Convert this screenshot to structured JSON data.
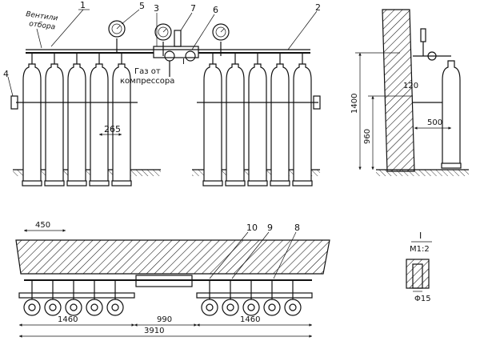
{
  "callouts": {
    "front": [
      {
        "text": "1"
      },
      {
        "text": "5"
      },
      {
        "text": "3"
      },
      {
        "text": "7"
      },
      {
        "text": "6"
      },
      {
        "text": "2"
      },
      {
        "text": "4"
      }
    ],
    "plan": [
      {
        "text": "10"
      },
      {
        "text": "9"
      },
      {
        "text": "8"
      }
    ]
  },
  "labels": {
    "valves": "Вентили",
    "valves2": "отбора",
    "gas_line1": "Газ от",
    "gas_line2": "компрессора",
    "section_mark": "I"
  },
  "dimensions": {
    "spacing_front": "265",
    "height_total": "1400",
    "height_cyl": "960",
    "bracket": "120",
    "wall_offset": "500",
    "plan_offset": "450",
    "group_left": "1460",
    "gap": "990",
    "group_right": "1460",
    "overall": "3910"
  },
  "detail": {
    "mark": "I",
    "scale": "М1:2",
    "diameter": "Φ15"
  }
}
